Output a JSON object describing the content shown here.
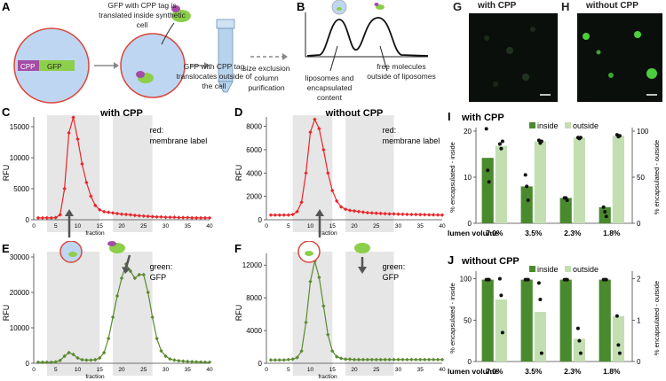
{
  "panel_letters": {
    "A": "A",
    "B": "B",
    "C": "C",
    "D": "D",
    "E": "E",
    "F": "F",
    "G": "G",
    "H": "H",
    "I": "I",
    "J": "J"
  },
  "schematic_A": {
    "gfp_translated": "GFP with CPP tag is translated inside synthetic cell",
    "cpp_tag": "CPP",
    "gfp_tag": "GFP",
    "translocates": "GFP with CPP tag translocates outside of the cell",
    "purification": "size exclusion column purification"
  },
  "schematic_B": {
    "left_label": "liposomes and encapsulated content",
    "right_label": "free molecules outside of liposomes"
  },
  "colors": {
    "red_trace": "#e8262a",
    "green_trace": "#5a8a2e",
    "gray_band": "#e6e6e6",
    "dark_green_bar": "#4a8a2e",
    "light_green_bar": "#c3dfb2",
    "microscopy_bg": "#0b0f0b",
    "gfp_spot": "#4ccf3c"
  },
  "chart_data": [
    {
      "id": "C",
      "type": "line",
      "title": "with CPP",
      "xlabel": "fraction",
      "ylabel": "RFU",
      "annotation": "red: membrane label",
      "xlim": [
        0,
        40
      ],
      "ylim": [
        0,
        16000
      ],
      "yticks": [
        0,
        5000,
        10000,
        15000
      ],
      "xticks": [
        0,
        5,
        10,
        15,
        20,
        25,
        30,
        35,
        40
      ],
      "shaded": [
        [
          3,
          15
        ],
        [
          18,
          27
        ]
      ],
      "x": [
        1,
        2,
        3,
        4,
        5,
        6,
        7,
        8,
        9,
        10,
        11,
        12,
        13,
        14,
        15,
        16,
        17,
        18,
        19,
        20,
        21,
        22,
        23,
        24,
        25,
        26,
        27,
        28,
        29,
        30,
        31,
        32,
        33,
        34,
        35,
        36,
        37,
        38,
        39,
        40
      ],
      "y": [
        300,
        300,
        300,
        300,
        350,
        800,
        5000,
        14000,
        16500,
        13000,
        9000,
        6000,
        3800,
        2300,
        1600,
        1300,
        1200,
        1100,
        1000,
        900,
        850,
        800,
        700,
        650,
        600,
        550,
        500,
        450,
        450,
        400,
        400,
        400,
        350,
        350,
        350,
        300,
        300,
        300,
        300,
        300
      ],
      "color": "#e8262a"
    },
    {
      "id": "D",
      "type": "line",
      "title": "without CPP",
      "xlabel": "fraction",
      "ylabel": "RFU",
      "annotation": "red: membrane label",
      "xlim": [
        0,
        40
      ],
      "ylim": [
        0,
        8500
      ],
      "yticks": [
        0,
        2000,
        4000,
        6000,
        8000
      ],
      "xticks": [
        0,
        5,
        10,
        15,
        20,
        25,
        30,
        35,
        40
      ],
      "shaded": [
        [
          6,
          15
        ],
        [
          18,
          29
        ]
      ],
      "x": [
        1,
        2,
        3,
        4,
        5,
        6,
        7,
        8,
        9,
        10,
        11,
        12,
        13,
        14,
        15,
        16,
        17,
        18,
        19,
        20,
        21,
        22,
        23,
        24,
        25,
        26,
        27,
        28,
        29,
        30,
        31,
        32,
        33,
        34,
        35,
        36,
        37,
        38,
        39,
        40
      ],
      "y": [
        400,
        400,
        400,
        400,
        400,
        450,
        700,
        1500,
        4000,
        7500,
        8600,
        7800,
        6000,
        4000,
        2500,
        1600,
        1100,
        900,
        800,
        750,
        700,
        650,
        600,
        580,
        560,
        540,
        520,
        500,
        500,
        480,
        470,
        460,
        450,
        450,
        440,
        430,
        420,
        420,
        410,
        400
      ],
      "color": "#e8262a"
    },
    {
      "id": "E",
      "type": "line",
      "title": "",
      "xlabel": "fraction",
      "ylabel": "RFU",
      "annotation": "green: GFP",
      "xlim": [
        0,
        40
      ],
      "ylim": [
        0,
        30000
      ],
      "yticks": [
        0,
        10000,
        20000,
        30000
      ],
      "xticks": [
        0,
        5,
        10,
        15,
        20,
        25,
        30,
        35,
        40
      ],
      "shaded": [
        [
          3,
          15
        ],
        [
          18,
          27
        ]
      ],
      "x": [
        1,
        2,
        3,
        4,
        5,
        6,
        7,
        8,
        9,
        10,
        11,
        12,
        13,
        14,
        15,
        16,
        17,
        18,
        19,
        20,
        21,
        22,
        23,
        24,
        25,
        26,
        27,
        28,
        29,
        30,
        31,
        32,
        33,
        34,
        35,
        36,
        37,
        38,
        39,
        40
      ],
      "y": [
        300,
        300,
        300,
        300,
        400,
        800,
        2000,
        3000,
        2500,
        1500,
        1000,
        900,
        900,
        1000,
        1500,
        3000,
        7000,
        13000,
        19000,
        24000,
        28000,
        26000,
        24000,
        25000,
        25000,
        20000,
        13000,
        7000,
        3500,
        2000,
        1200,
        900,
        700,
        600,
        500,
        450,
        400,
        350,
        300,
        300
      ],
      "color": "#5a8a2e"
    },
    {
      "id": "F",
      "type": "line",
      "title": "",
      "xlabel": "fraction",
      "ylabel": "RFU",
      "annotation": "green: GFP",
      "xlim": [
        0,
        40
      ],
      "ylim": [
        0,
        13000
      ],
      "yticks": [
        0,
        4000,
        8000,
        12000
      ],
      "xticks": [
        0,
        5,
        10,
        15,
        20,
        25,
        30,
        35,
        40
      ],
      "shaded": [
        [
          6,
          15
        ],
        [
          18,
          29
        ]
      ],
      "x": [
        1,
        2,
        3,
        4,
        5,
        6,
        7,
        8,
        9,
        10,
        11,
        12,
        13,
        14,
        15,
        16,
        17,
        18,
        19,
        20,
        21,
        22,
        23,
        24,
        25,
        26,
        27,
        28,
        29,
        30,
        31,
        32,
        33,
        34,
        35,
        36,
        37,
        38,
        39,
        40
      ],
      "y": [
        400,
        400,
        400,
        400,
        450,
        500,
        700,
        1500,
        5000,
        10000,
        12500,
        10500,
        7000,
        3500,
        1500,
        800,
        600,
        500,
        500,
        450,
        450,
        450,
        450,
        450,
        450,
        450,
        450,
        450,
        450,
        450,
        450,
        450,
        450,
        450,
        450,
        450,
        450,
        450,
        450,
        450
      ],
      "color": "#5a8a2e"
    },
    {
      "id": "I",
      "type": "bar",
      "title": "with CPP",
      "ylabel_left": "% encapsulated - inside",
      "ylabel_right": "% encapsulated - outside",
      "xlabel": "lumen volume",
      "categories": [
        "7.0%",
        "3.5%",
        "2.3%",
        "1.8%"
      ],
      "legend": [
        "inside",
        "outside"
      ],
      "left_ylim": [
        0,
        20
      ],
      "left_yticks": [
        0,
        10,
        20
      ],
      "right_ylim": [
        0,
        100
      ],
      "right_yticks": [
        0,
        50,
        100
      ],
      "series": [
        {
          "name": "inside",
          "axis": "left",
          "values": [
            14.2,
            8.0,
            5.5,
            3.5
          ],
          "points": [
            [
              20.5,
              11.5,
              9.0
            ],
            [
              10.5,
              8.0,
              5.0
            ],
            [
              5.5,
              5.5,
              5.0
            ],
            [
              3.5,
              2.5,
              1.5
            ]
          ]
        },
        {
          "name": "outside",
          "axis": "right",
          "values": [
            84,
            89,
            93,
            95
          ],
          "points": [
            [
              86,
              81,
              89
            ],
            [
              90,
              87,
              89
            ],
            [
              93,
              92,
              93
            ],
            [
              96,
              94,
              95
            ]
          ]
        }
      ]
    },
    {
      "id": "J",
      "type": "bar",
      "title": "without CPP",
      "ylabel_left": "% encapsulated - inside",
      "ylabel_right": "% encapsulated - outside",
      "xlabel": "lumen volume",
      "categories": [
        "7.0%",
        "3.5%",
        "2.3%",
        "1.8%"
      ],
      "legend": [
        "inside",
        "outside"
      ],
      "left_ylim": [
        0,
        105
      ],
      "left_yticks": [
        0,
        50,
        100
      ],
      "right_ylim": [
        0,
        2.1
      ],
      "right_yticks": [
        0,
        1,
        2
      ],
      "series": [
        {
          "name": "inside",
          "axis": "left",
          "values": [
            99,
            99,
            99,
            99
          ],
          "points": [
            [
              99,
              99,
              99
            ],
            [
              99,
              99,
              99
            ],
            [
              99,
              99,
              99
            ],
            [
              99,
              99,
              99
            ]
          ]
        },
        {
          "name": "outside",
          "axis": "right",
          "values": [
            1.5,
            1.2,
            0.55,
            1.1
          ],
          "points": [
            [
              2.0,
              1.6,
              0.7
            ],
            [
              1.9,
              1.5,
              0.2
            ],
            [
              0.8,
              0.5,
              0.2
            ],
            [
              1.1,
              0.4,
              0.2
            ]
          ]
        }
      ]
    }
  ],
  "microscopy": {
    "G_title": "with CPP",
    "H_title": "without CPP"
  }
}
